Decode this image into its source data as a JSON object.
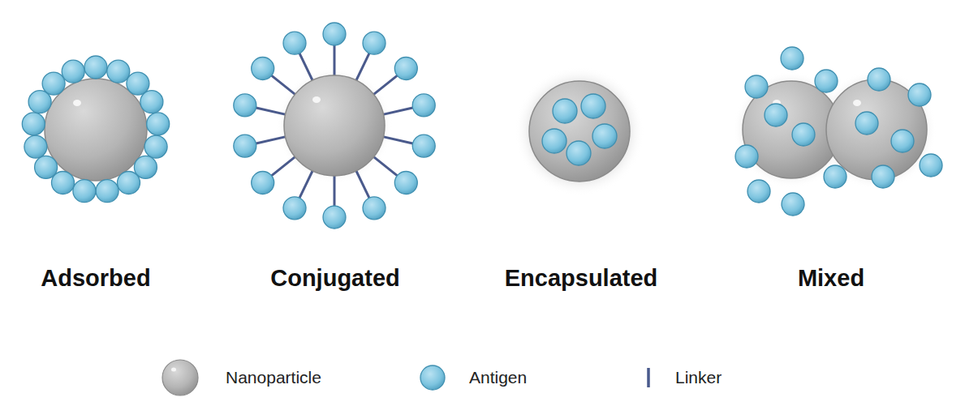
{
  "diagram": {
    "labels": [
      "Adsorbed",
      "Conjugated",
      "Encapsulated",
      "Mixed"
    ],
    "legend": [
      {
        "text": "Nanoparticle"
      },
      {
        "text": "Antigen"
      },
      {
        "text": "Linker"
      }
    ]
  }
}
